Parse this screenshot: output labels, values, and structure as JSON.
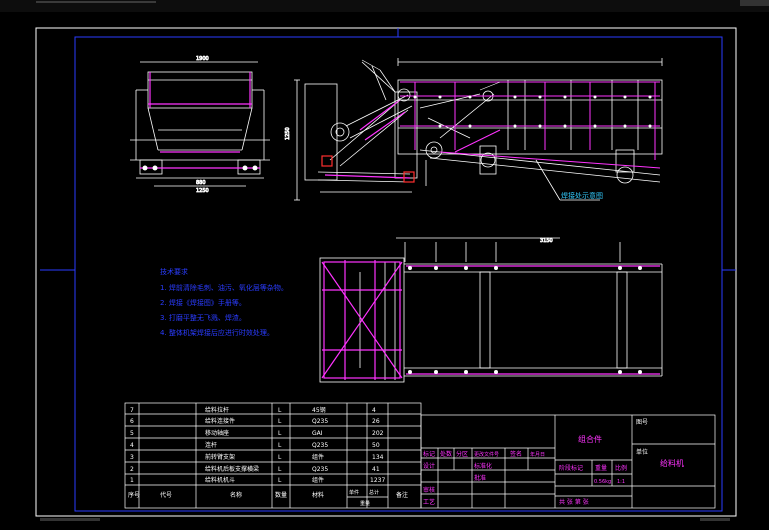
{
  "colors": {
    "background": "#000000",
    "line": "#ffffff",
    "frame": "#2a3cff",
    "magenta": "#ff33ff",
    "cyan": "#33ccff",
    "red": "#ff3030"
  },
  "notes": {
    "title": "技术要求",
    "items": [
      "1. 焊前清除毛刺、油污、氧化层等杂物。",
      "2. 焊接《焊接图》手册等。",
      "3. 打磨平整无飞溅、焊渣。",
      "4. 整体机架焊接后应进行时效处理。"
    ]
  },
  "callout": "焊接处示意图",
  "dim_left": "1250",
  "bom": {
    "rows": [
      {
        "no": "7",
        "name": "给料拉杆",
        "qty": "L",
        "mat": "45钢",
        "a": "4",
        "b": ""
      },
      {
        "no": "6",
        "name": "给料连接件",
        "qty": "L",
        "mat": "Q235",
        "a": "26",
        "b": ""
      },
      {
        "no": "5",
        "name": "移动轴座",
        "qty": "L",
        "mat": "GAI",
        "a": "202",
        "b": ""
      },
      {
        "no": "4",
        "name": "连杆",
        "qty": "L",
        "mat": "Q235",
        "a": "50",
        "b": ""
      },
      {
        "no": "3",
        "name": "前转臂支架",
        "qty": "L",
        "mat": "组件",
        "a": "134",
        "b": ""
      },
      {
        "no": "2",
        "name": "给料机后板支撑横梁",
        "qty": "L",
        "mat": "Q235",
        "a": "41",
        "b": ""
      },
      {
        "no": "1",
        "name": "给料机机斗",
        "qty": "L",
        "mat": "组件",
        "a": "1237",
        "b": ""
      }
    ],
    "header": {
      "no": "序号",
      "code": "代号",
      "name": "名称",
      "qty": "数量",
      "mat": "材料",
      "unit": "单件",
      "total": "总计",
      "weight": "重量",
      "remark": "备注"
    }
  },
  "titleblock": {
    "assembly": "组合件",
    "product": "给料机",
    "mark": "标记",
    "count": "处数",
    "zone": "分区",
    "change_doc": "更改文件号",
    "sign": "签名",
    "date": "年月日",
    "designer": "设计",
    "std": "标准化",
    "review": "审核",
    "craft": "工艺",
    "approve": "批准",
    "stage": "阶段标记",
    "weight": "重量",
    "scale": "比例",
    "weight_val": "0.56kg",
    "scale_val": "1:1",
    "sheets": "共  张  第  张",
    "drawing_no": "图号",
    "unit": "单位"
  }
}
